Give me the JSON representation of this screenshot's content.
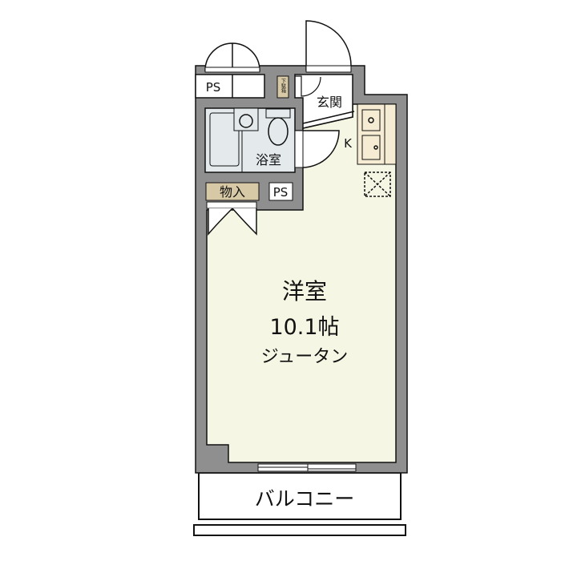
{
  "rooms": {
    "main_room": {
      "name": "洋室",
      "size": "10.1帖",
      "flooring": "ジュータン"
    },
    "bathroom": "浴室",
    "entrance": "玄関",
    "kitchen": "K",
    "storage": "物入",
    "pipe_space_top": "PS",
    "pipe_space_inner": "PS",
    "shoe_box": "下駄箱",
    "balcony": "バルコニー"
  },
  "colors": {
    "wall": "#8f8f8f",
    "room_floor": "#f6f6e4",
    "bathroom_floor": "#e4eaec",
    "storage_fill": "#d8c9a6",
    "kitchen_counter": "#f6ecd4"
  }
}
